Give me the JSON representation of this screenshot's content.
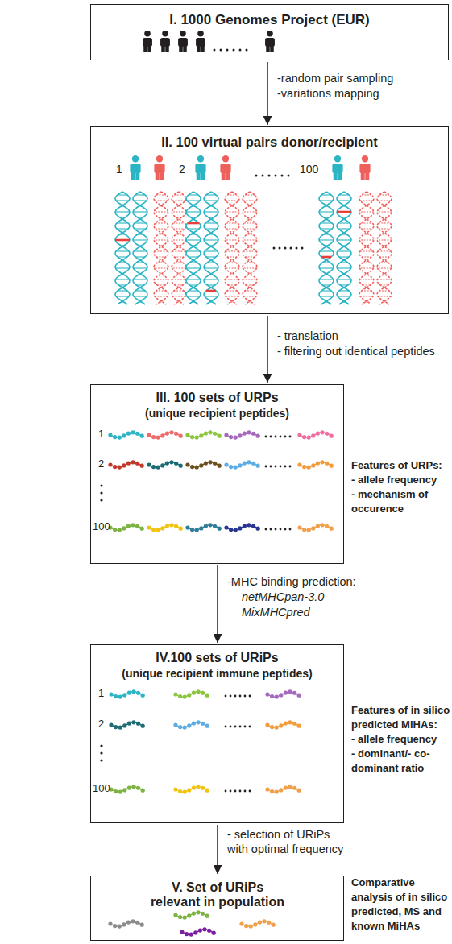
{
  "diagram": {
    "nodes": [
      {
        "text": [
          "I. 1000 Genomes Project (EUR)"
        ]
      },
      {
        "text": [
          "II. 100 virtual pairs donor/recipient",
          "1",
          "2",
          "100"
        ]
      },
      {
        "text": [
          "III. 100 sets of URPs",
          "(unique recipient peptides)",
          "1",
          "2",
          "100"
        ]
      },
      {
        "text": [
          "IV.100 sets of URiPs",
          "(unique recipient immune peptides)",
          "1",
          "2",
          "100"
        ]
      },
      {
        "text": [
          "V. Set of URiPs relevant in population"
        ]
      }
    ],
    "edges": [
      {
        "from": 0,
        "to": 1,
        "arrow": "to"
      },
      {
        "from": 1,
        "to": 2,
        "arrow": "to"
      },
      {
        "from": 2,
        "to": 3,
        "arrow": "to"
      },
      {
        "from": 3,
        "to": 4,
        "arrow": "to"
      }
    ],
    "labels": [
      "-random pair sampling",
      "-variations mapping",
      "- translation",
      "- filtering out identical peptides",
      "Features of URPs:",
      "- allele frequency",
      "- mechanism of occurence",
      "-MHC binding prediction:",
      "netMHCpan-3.0",
      "MixMHCpred",
      "Features of in silico predicted MiHAs:",
      "- allele frequency",
      "- dominant/- co-dominant ratio",
      "- selection of URiPs with optimal frequency",
      "Comparative analysis of in silico predicted, MS and known MiHAs"
    ]
  }
}
